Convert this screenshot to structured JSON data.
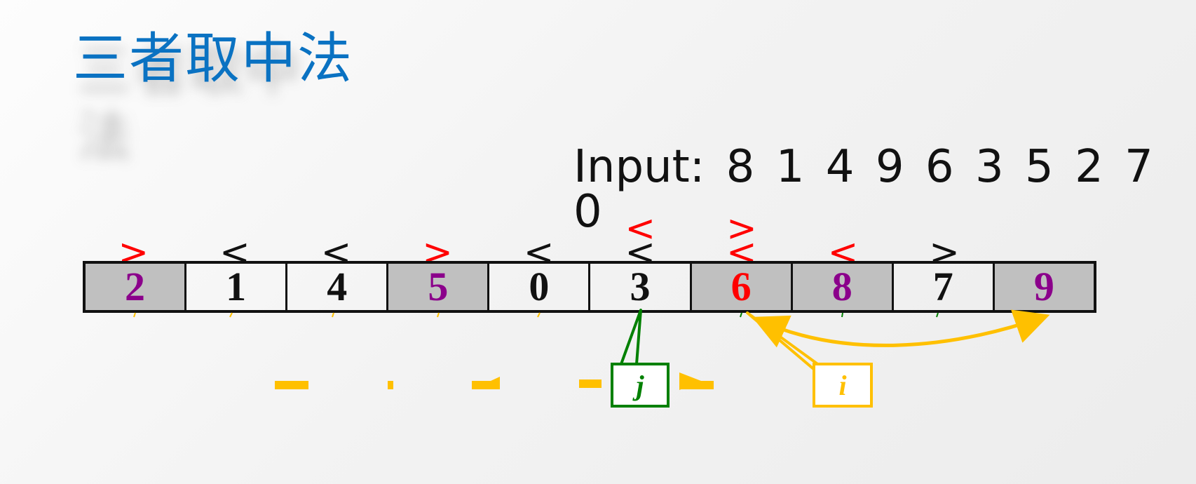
{
  "title": "三者取中法",
  "input": {
    "label": "Input:",
    "values": [
      "8",
      "1",
      "4",
      "9",
      "6",
      "3",
      "5",
      "2",
      "7",
      "0"
    ]
  },
  "array": [
    {
      "value": "2",
      "color": "#8b008b",
      "shaded": true
    },
    {
      "value": "1",
      "color": "#111111",
      "shaded": false
    },
    {
      "value": "4",
      "color": "#111111",
      "shaded": false
    },
    {
      "value": "5",
      "color": "#8b008b",
      "shaded": true
    },
    {
      "value": "0",
      "color": "#111111",
      "shaded": false
    },
    {
      "value": "3",
      "color": "#111111",
      "shaded": false
    },
    {
      "value": "6",
      "color": "#ff0000",
      "shaded": true
    },
    {
      "value": "8",
      "color": "#8b008b",
      "shaded": true
    },
    {
      "value": "7",
      "color": "#111111",
      "shaded": false
    },
    {
      "value": "9",
      "color": "#8b008b",
      "shaded": true
    }
  ],
  "comparisons": [
    {
      "cell": 0,
      "row": "low",
      "symbol": ">",
      "color": "#ff0000"
    },
    {
      "cell": 1,
      "row": "low",
      "symbol": "<",
      "color": "#111111"
    },
    {
      "cell": 2,
      "row": "low",
      "symbol": "<",
      "color": "#111111"
    },
    {
      "cell": 3,
      "row": "low",
      "symbol": ">",
      "color": "#ff0000"
    },
    {
      "cell": 4,
      "row": "low",
      "symbol": "<",
      "color": "#111111"
    },
    {
      "cell": 5,
      "row": "low",
      "symbol": "<",
      "color": "#111111"
    },
    {
      "cell": 5,
      "row": "high",
      "symbol": "<",
      "color": "#ff0000"
    },
    {
      "cell": 6,
      "row": "low",
      "symbol": "<",
      "color": "#ff0000"
    },
    {
      "cell": 6,
      "row": "high",
      "symbol": ">",
      "color": "#ff0000"
    },
    {
      "cell": 7,
      "row": "low",
      "symbol": "<",
      "color": "#ff0000"
    },
    {
      "cell": 8,
      "row": "low",
      "symbol": ">",
      "color": "#111111"
    }
  ],
  "pointers": {
    "j": {
      "label": "j",
      "color": "#008000",
      "points_to_cell": 5
    },
    "i": {
      "label": "i",
      "color": "#ffc000",
      "points_to_cell": 6
    }
  },
  "colors": {
    "title": "#0a72c2",
    "dash": "#ffc000",
    "cell_shade": "#c0c0c0"
  }
}
